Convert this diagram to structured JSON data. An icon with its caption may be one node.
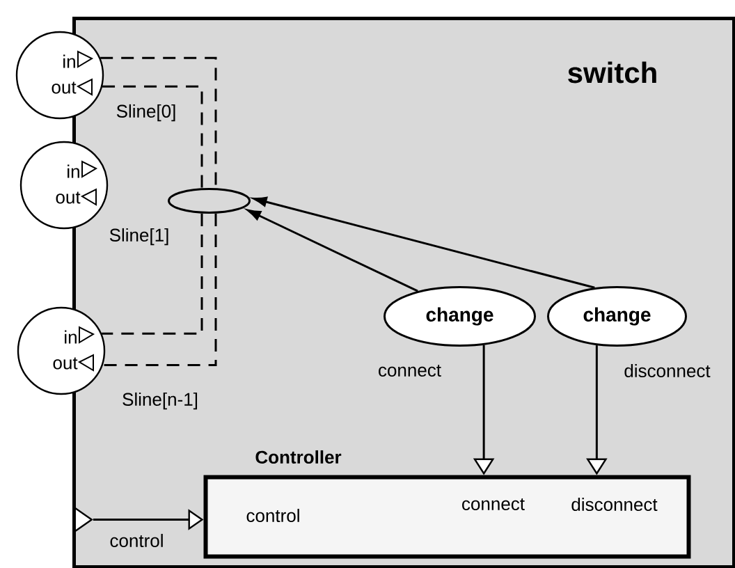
{
  "diagram": {
    "nodes": [
      {
        "text": [
          "switch"
        ]
      },
      {
        "text": [
          "in",
          "out"
        ],
        "beside": [
          "Sline[0]"
        ]
      },
      {
        "text": [
          "in",
          "out"
        ],
        "beside": [
          "Sline[1]"
        ]
      },
      {
        "text": [
          "in",
          "out"
        ],
        "beside": [
          "Sline[n-1]"
        ]
      },
      {
        "text": [],
        "shape": "ellipse",
        "in": 0
      },
      {
        "text": [
          "change"
        ],
        "beside": [
          "connect"
        ],
        "in": 0
      },
      {
        "text": [
          "change"
        ],
        "beside": [
          "disconnect"
        ],
        "in": 0
      },
      {
        "text": [
          "Controller",
          "control",
          "connect",
          "disconnect"
        ],
        "in": 0
      },
      {
        "text": [],
        "shape": "triangle",
        "beside": [
          "control"
        ],
        "in": 0
      }
    ],
    "edges": [
      {
        "from": 1,
        "to": 4,
        "arrow": "none",
        "style": "dashed"
      },
      {
        "from": 4,
        "to": 3,
        "arrow": "none",
        "style": "dashed"
      },
      {
        "from": 1,
        "to": 4,
        "arrow": "none",
        "style": "dashed"
      },
      {
        "from": 4,
        "to": 3,
        "arrow": "none",
        "style": "dashed"
      },
      {
        "from": 5,
        "to": 4,
        "arrow": "to"
      },
      {
        "from": 6,
        "to": 4,
        "arrow": "to"
      },
      {
        "from": 5,
        "to": 7,
        "arrow": "to"
      },
      {
        "from": 6,
        "to": 7,
        "arrow": "to"
      },
      {
        "from": 8,
        "to": 7,
        "arrow": "to"
      }
    ]
  }
}
